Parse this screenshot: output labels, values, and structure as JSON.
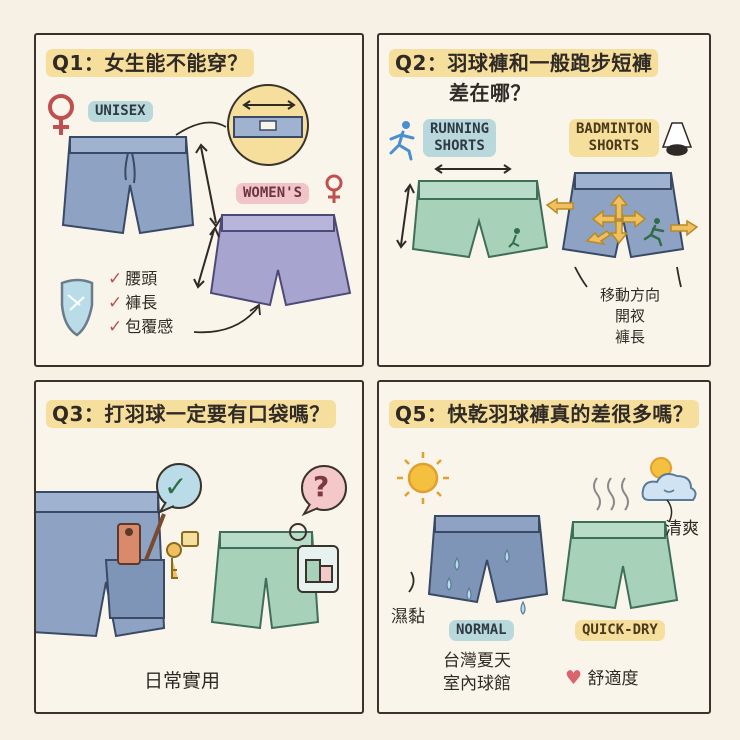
{
  "panel1": {
    "question": "Q1：女生能不能穿？",
    "tag_unisex": "UNISEX",
    "tag_womens": "WOMEN'S",
    "checklist": [
      "腰頭",
      "褲長",
      "包覆感"
    ]
  },
  "panel2": {
    "question_line1": "Q2：羽球褲和一般跑步短褲",
    "question_line2": "差在哪？",
    "tag_running": "RUNNING\nSHORTS",
    "tag_badminton": "BADMINTON\nSHORTS",
    "notes": [
      "移動方向",
      "開衩",
      "褲長"
    ]
  },
  "panel3": {
    "question": "Q3：打羽球一定要有口袋嗎？",
    "check_mark": "✓",
    "question_mark": "?",
    "caption": "日常實用"
  },
  "panel4": {
    "question": "Q5：快乾羽球褲真的差很多嗎？",
    "label_sticky": "濕黏",
    "label_fresh": "清爽",
    "tag_normal": "NORMAL",
    "tag_quickdry": "QUICK-DRY",
    "caption_env": "台灣夏天\n室內球館",
    "caption_comfort": "舒適度"
  },
  "colors": {
    "highlight": "#f6de9c",
    "blue_shorts": "#8ea3c4",
    "green_shorts": "#a8d1b9",
    "purple_shorts": "#a7a5cf",
    "pink_tag": "#f1c4c9",
    "heart": "#d9646e"
  }
}
